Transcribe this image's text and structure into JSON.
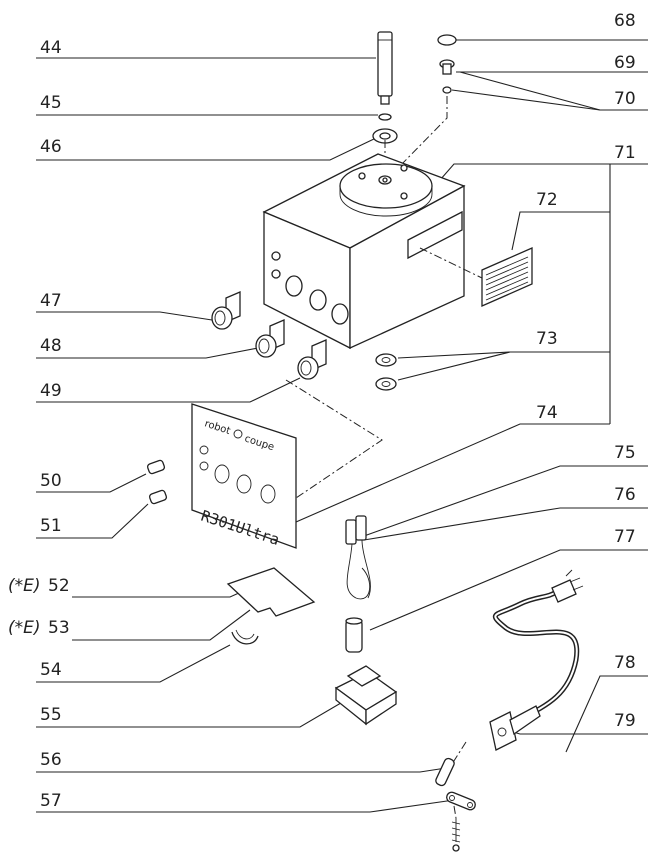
{
  "left_labels": [
    {
      "id": "44",
      "text": "44"
    },
    {
      "id": "45",
      "text": "45"
    },
    {
      "id": "46",
      "text": "46"
    },
    {
      "id": "47",
      "text": "47"
    },
    {
      "id": "48",
      "text": "48"
    },
    {
      "id": "49",
      "text": "49"
    },
    {
      "id": "50",
      "text": "50"
    },
    {
      "id": "51",
      "text": "51"
    },
    {
      "id": "52",
      "text": "52",
      "prefix": "(*E)"
    },
    {
      "id": "53",
      "text": "53",
      "prefix": "(*E)"
    },
    {
      "id": "54",
      "text": "54"
    },
    {
      "id": "55",
      "text": "55"
    },
    {
      "id": "56",
      "text": "56"
    },
    {
      "id": "57",
      "text": "57"
    }
  ],
  "right_labels": [
    {
      "id": "68",
      "text": "68"
    },
    {
      "id": "69",
      "text": "69"
    },
    {
      "id": "70",
      "text": "70"
    },
    {
      "id": "71",
      "text": "71"
    },
    {
      "id": "72",
      "text": "72"
    },
    {
      "id": "73",
      "text": "73"
    },
    {
      "id": "74",
      "text": "74"
    },
    {
      "id": "75",
      "text": "75"
    },
    {
      "id": "76",
      "text": "76"
    },
    {
      "id": "77",
      "text": "77"
    },
    {
      "id": "78",
      "text": "78"
    },
    {
      "id": "79",
      "text": "79"
    }
  ],
  "front_plate": {
    "brand_left": "robot",
    "brand_right": "coupe",
    "model": "R301Ultra"
  }
}
